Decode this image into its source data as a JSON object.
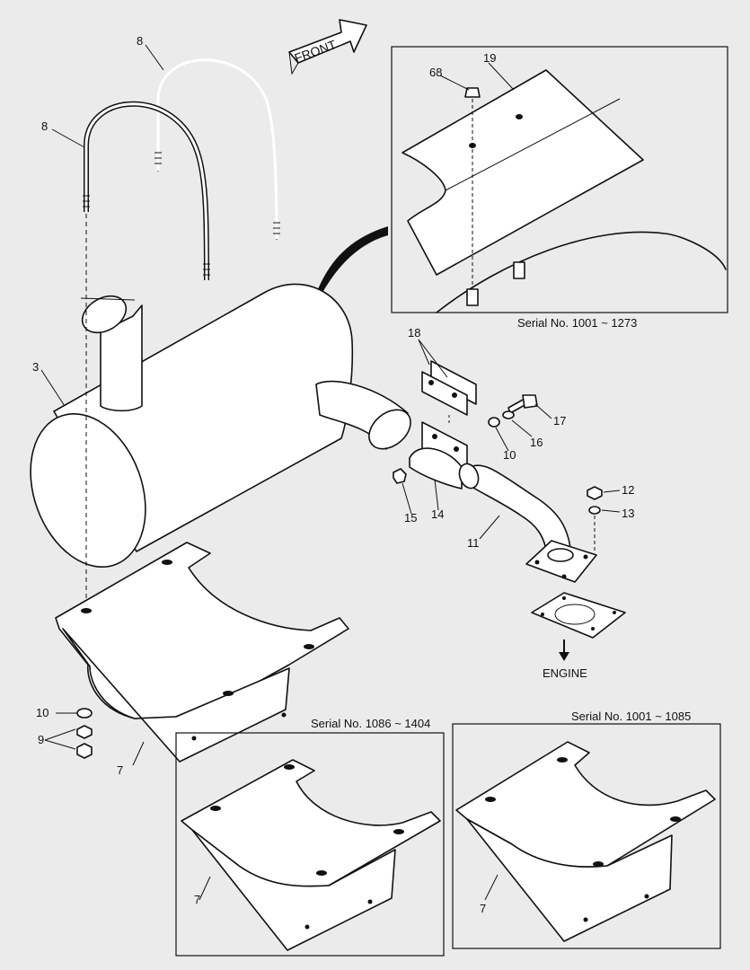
{
  "direction": {
    "label": "FRONT"
  },
  "inset_labels": {
    "top_right": "Serial No. 1001 ~ 1273",
    "bottom_center": "Serial No. 1086 ~ 1404",
    "bottom_right": "Serial No. 1001 ~ 1085"
  },
  "engine_label": "ENGINE",
  "callouts": {
    "c3": "3",
    "c7_main": "7",
    "c7_center": "7",
    "c7_right": "7",
    "c8_top": "8",
    "c8_left": "8",
    "c9": "9",
    "c10_left": "10",
    "c10_right": "10",
    "c11": "11",
    "c12": "12",
    "c13": "13",
    "c14": "14",
    "c15": "15",
    "c16": "16",
    "c17": "17",
    "c18": "18",
    "c19": "19",
    "c68": "68"
  }
}
